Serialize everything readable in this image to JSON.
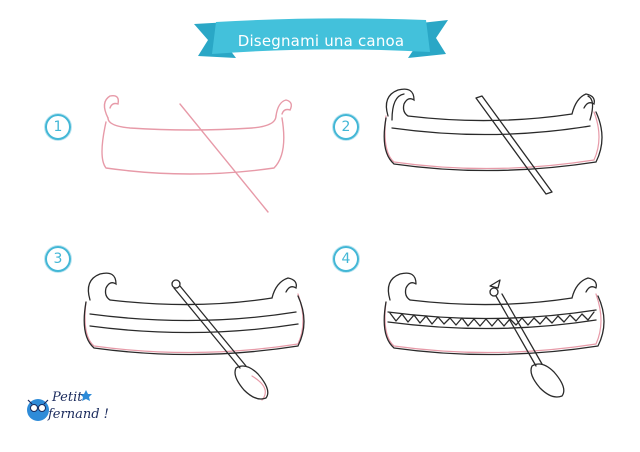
{
  "banner": {
    "title": "Disegnami una canoa"
  },
  "steps": [
    {
      "number": "1"
    },
    {
      "number": "2"
    },
    {
      "number": "3"
    },
    {
      "number": "4"
    }
  ],
  "brand": {
    "line1": "Petit",
    "line2": "fernand !"
  },
  "colors": {
    "banner": "#43c1db",
    "badge": "#43b7d6",
    "guide": "#e79aa8",
    "ink": "#2a2a2a",
    "logo_blue": "#2e8bd8",
    "logo_ink": "#1a2a5c"
  }
}
